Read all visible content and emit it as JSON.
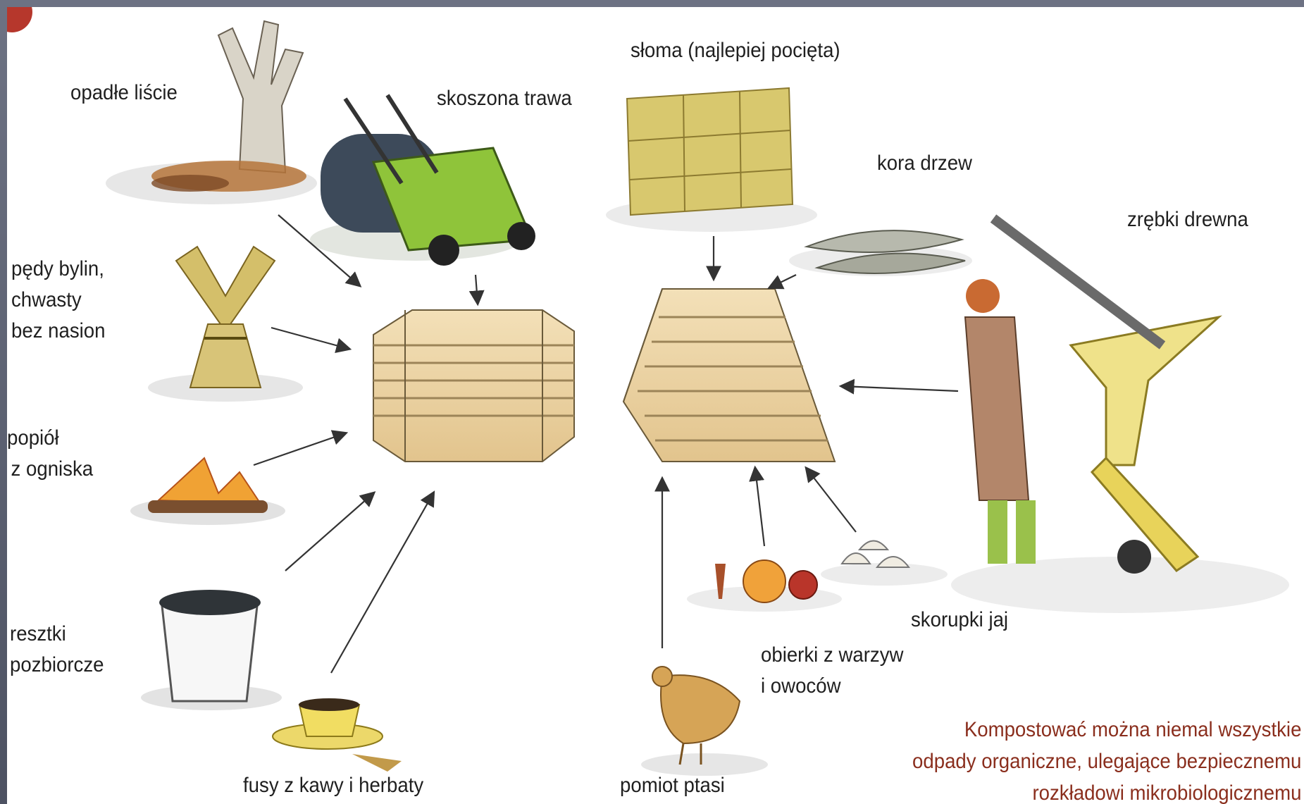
{
  "labels": {
    "opadle_liscie": "opadłe liście",
    "skoszona_trawa": "skoszona trawa",
    "sloma": "słoma (najlepiej pocięta)",
    "kora_drzew": "kora drzew",
    "zrebki_drewna": "zrębki drewna",
    "pedy_bylin": [
      "pędy bylin,",
      "chwasty",
      "bez nasion"
    ],
    "popiol": [
      "popiół",
      "z ogniska"
    ],
    "resztki": [
      "resztki",
      "pozbiorcze"
    ],
    "fusy": "fusy z kawy i herbaty",
    "pomiot": "pomiot ptasi",
    "obierki": [
      "obierki z warzyw",
      "i owoców"
    ],
    "skorupki": "skorupki jaj"
  },
  "note": [
    "Kompostować można niemal wszystkie",
    "odpady organiczne, ulegające bezpiecznemu",
    "rozkładowi mikrobiologicznemu"
  ],
  "colors": {
    "note_text": "#8a2e1d",
    "label_text": "#1f1f1f",
    "frame": "#5a5f6e",
    "corner_accent": "#b6372c"
  },
  "icons": [
    "tree-icon",
    "lawn-mower-icon",
    "straw-bale-icon",
    "bark-pile-icon",
    "wood-chipper-icon",
    "sheaf-icon",
    "campfire-icon",
    "bucket-icon",
    "coffee-cup-icon",
    "hen-icon",
    "peels-icon",
    "eggshells-icon",
    "hexagonal-compost-bin-icon",
    "trapezoid-compost-bin-icon"
  ]
}
